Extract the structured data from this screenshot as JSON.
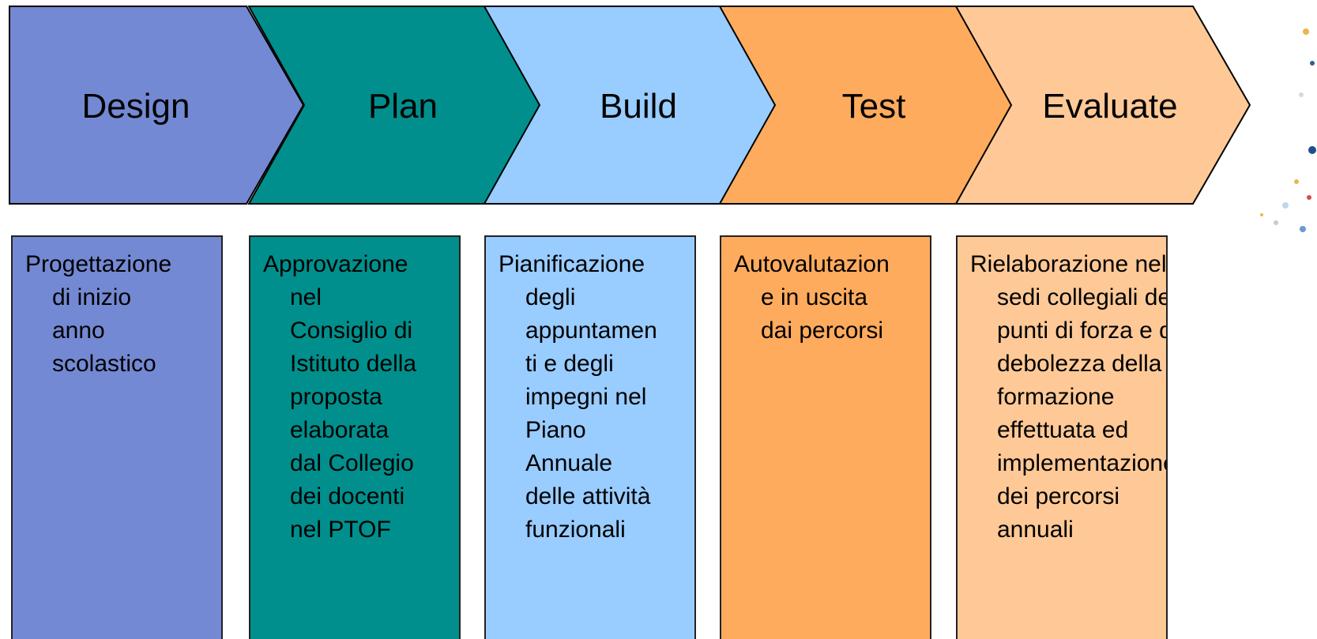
{
  "phases": [
    {
      "label": "Design",
      "color": "#7489D3",
      "box_color": "#7489D3",
      "description_lines": [
        "Progettazione",
        "di inizio",
        "anno",
        "scolastico"
      ]
    },
    {
      "label": "Plan",
      "color": "#008F8C",
      "box_color": "#008F8C",
      "description_lines": [
        "Approvazione",
        "nel",
        "Consiglio di",
        "Istituto  della",
        "proposta",
        "elaborata",
        "dal Collegio",
        "dei docenti",
        "nel PTOF"
      ]
    },
    {
      "label": "Build",
      "color": "#99CCFF",
      "box_color": "#99CCFF",
      "description_lines": [
        "Pianificazione",
        "degli",
        "appuntamen",
        "ti e degli",
        "impegni nel",
        "Piano",
        "Annuale",
        "delle attività",
        "funzionali"
      ]
    },
    {
      "label": "Test",
      "color": "#FFAB5E",
      "box_color": "#FFAB5E",
      "description_lines": [
        "Autovalutazion",
        "e in uscita",
        "dai percorsi"
      ]
    },
    {
      "label": "Evaluate",
      "color": "#FFC997",
      "box_color": "#FFC997",
      "description_lines": [
        "Rielaborazione nelle",
        "sedi collegiali  dei",
        "punti di forza e di",
        "debolezza della",
        "formazione",
        "effettuata ed",
        "implementazione",
        "dei percorsi",
        "annuali"
      ]
    }
  ]
}
